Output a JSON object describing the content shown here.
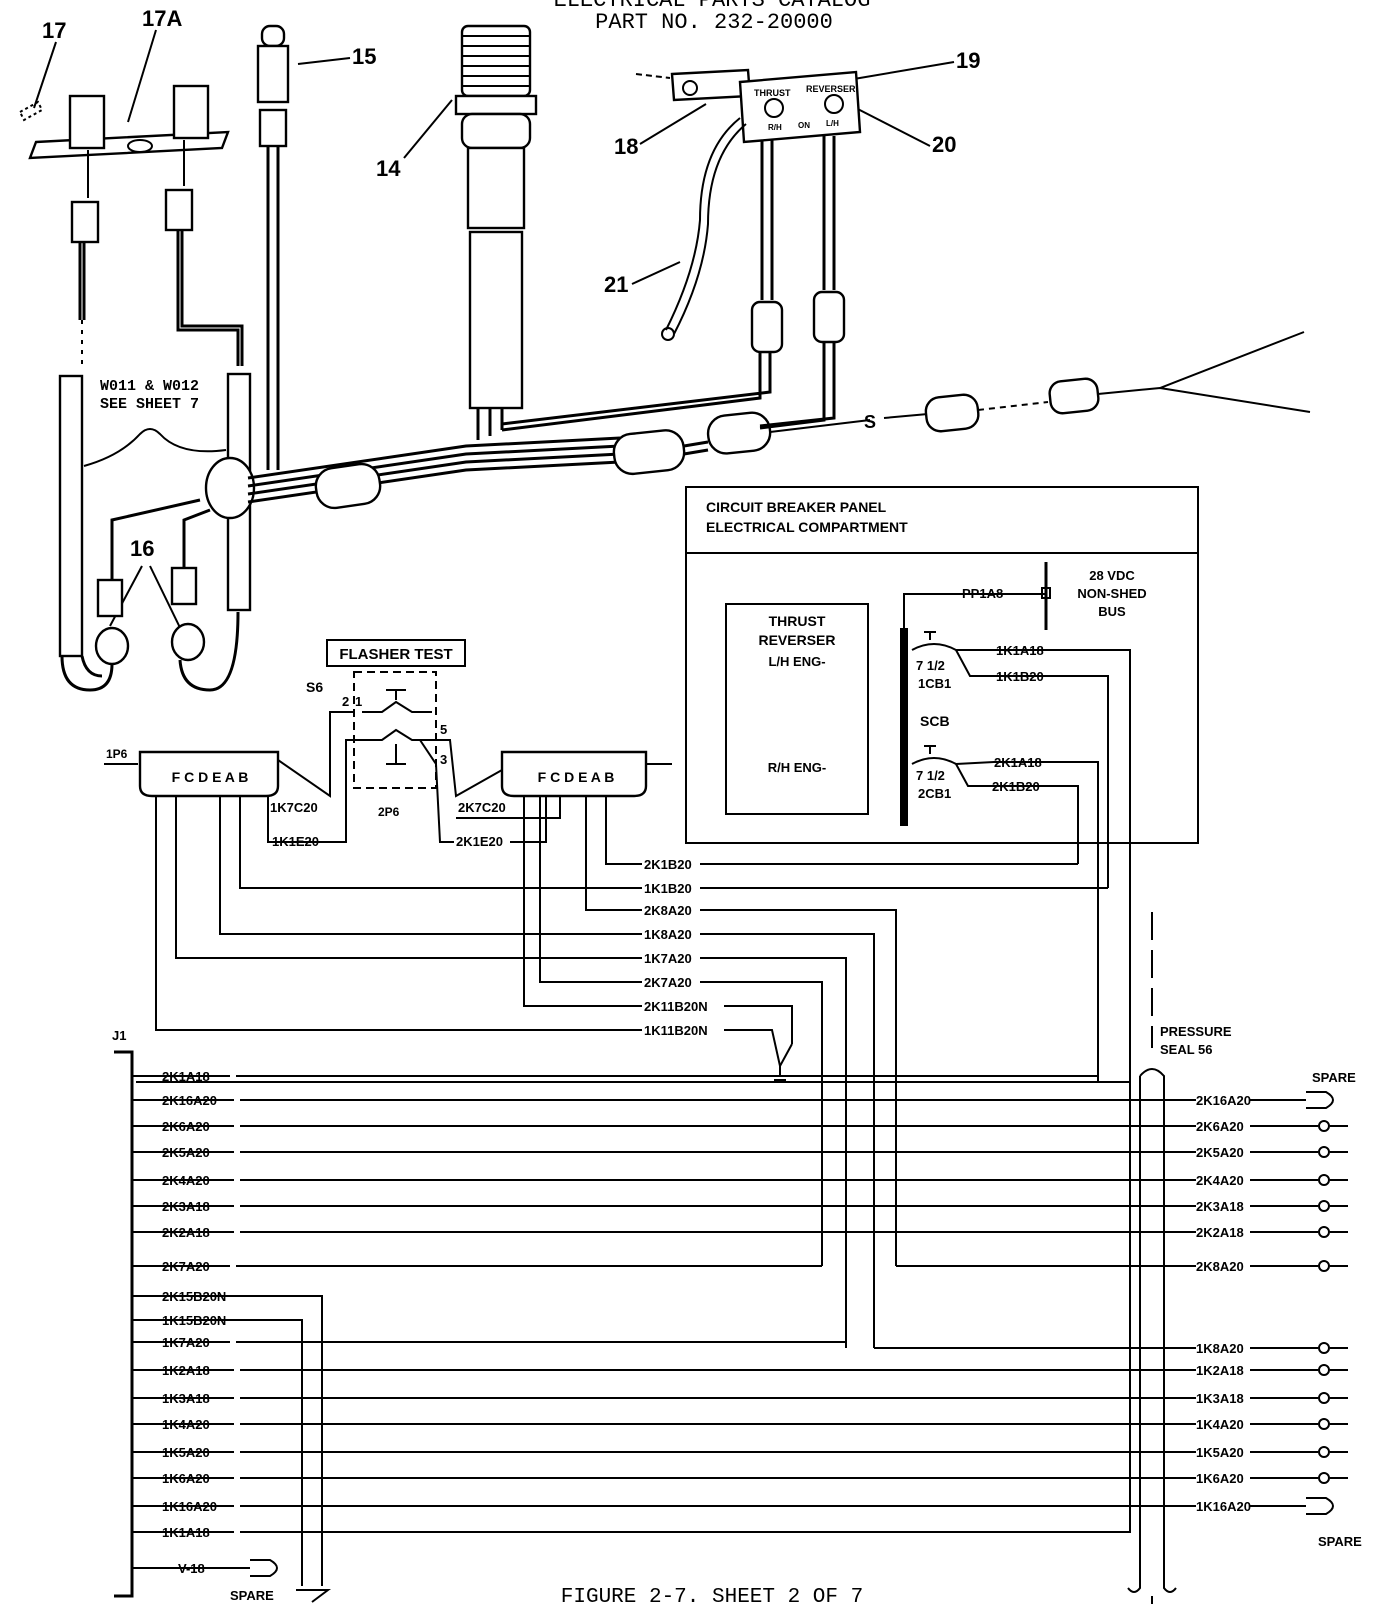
{
  "header": {
    "line1": "ELECTRICAL PARTS CATALOG",
    "line2": "PART NO. 232-20000"
  },
  "footer": {
    "caption": "FIGURE 2-7. SHEET 2 OF 7"
  },
  "callouts": {
    "c17": "17",
    "c17a": "17A",
    "c15": "15",
    "c14": "14",
    "c18": "18",
    "c19": "19",
    "c20": "20",
    "c21": "21",
    "c16": "16"
  },
  "annotations": {
    "w011_line1": "W011 & W012",
    "w011_line2": "SEE SHEET 7",
    "flasher_test": "FLASHER TEST",
    "s6": "S6",
    "p2": "2P6",
    "p1": "1P6",
    "j1": "J1",
    "pressure_seal_line1": "PRESSURE",
    "pressure_seal_line2": "SEAL 56",
    "spare": "SPARE",
    "s6_pin1": "1",
    "s6_pin2": "2",
    "s6_pin3": "3",
    "s6_pin5": "5"
  },
  "switch_plate": {
    "thrust": "THRUST",
    "reverser": "REVERSER",
    "rh": "R/H",
    "on": "ON",
    "lh": "L/H"
  },
  "connectors": {
    "left_pins": "F C D E A B",
    "right_pins": "F C D E A B"
  },
  "cb_panel": {
    "title_line1": "CIRCUIT BREAKER PANEL",
    "title_line2": "ELECTRICAL COMPARTMENT",
    "thrust_line1": "THRUST",
    "thrust_line2": "REVERSER",
    "thrust_line3": "L/H ENG-",
    "rh_eng": "R/H ENG-",
    "bus_line1": "28 VDC",
    "bus_line2": "NON-SHED",
    "bus_line3": "BUS",
    "cb1_rating": "7 1/2",
    "cb1_name": "1CB1",
    "cb2_rating": "7 1/2",
    "cb2_name": "2CB1",
    "scb": "SCB",
    "pp1": "PP1A8"
  },
  "wires": {
    "w_1k1a18_cb": "1K1A18",
    "w_1k1b20_cb": "1K1B20",
    "w_2k1a18_cb": "2K1A18",
    "w_2k1b20_cb": "2K1B20",
    "w_1k7c20": "1K7C20",
    "w_1k1e20": "1K1E20",
    "w_2k7c20": "2K7C20",
    "w_2k1e20": "2K1E20"
  },
  "mid_wires": [
    "2K1B20",
    "1K1B20",
    "2K8A20",
    "1K8A20",
    "1K7A20",
    "2K7A20",
    "2K11B20N",
    "1K11B20N"
  ],
  "j1_wires": [
    "2K1A18",
    "2K16A20",
    "2K6A20",
    "2K5A20",
    "2K4A20",
    "2K3A18",
    "2K2A18",
    "2K7A20",
    "2K15B20N",
    "1K15B20N",
    "1K7A20",
    "1K2A18",
    "1K3A18",
    "1K4A20",
    "1K5A20",
    "1K6A20",
    "1K16A20",
    "1K1A18",
    "V-18"
  ],
  "right_wires": [
    "2K16A20",
    "2K6A20",
    "2K5A20",
    "2K4A20",
    "2K3A18",
    "2K2A18",
    "2K8A20",
    "1K8A20",
    "1K2A18",
    "1K3A18",
    "1K4A20",
    "1K5A20",
    "1K6A20",
    "1K16A20"
  ]
}
